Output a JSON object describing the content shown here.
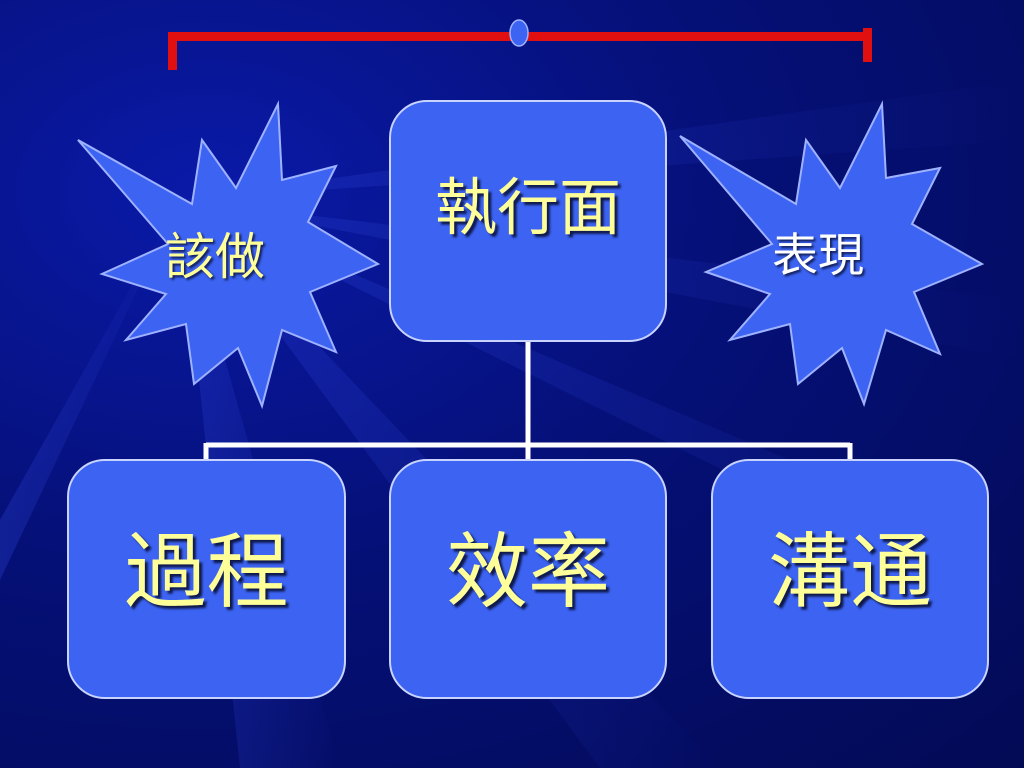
{
  "diagram": {
    "top_node": {
      "label": "執行面"
    },
    "children": [
      {
        "label": "過程"
      },
      {
        "label": "效率"
      },
      {
        "label": "溝通"
      }
    ],
    "callouts": {
      "left": {
        "label": "該做"
      },
      "right": {
        "label": "表現"
      }
    }
  },
  "colors": {
    "background": "#051078",
    "box_fill": "#3c63f2",
    "box_text": "#ffff99",
    "connector": "#ffffff",
    "top_bar": "#e01010",
    "top_bar_knob": "#3c63f2"
  }
}
